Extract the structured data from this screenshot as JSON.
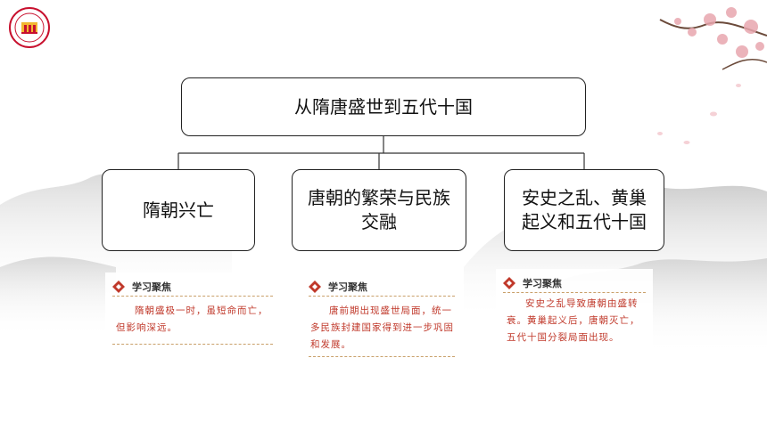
{
  "diagram": {
    "root": {
      "label": "从隋唐盛世到五代十国"
    },
    "children": [
      {
        "label": "隋朝兴亡"
      },
      {
        "label": "唐朝的繁荣与民族交融"
      },
      {
        "label": "安史之乱、黄巢起义和五代十国"
      }
    ]
  },
  "cards": [
    {
      "heading": "学习聚焦",
      "text": "隋朝盛极一时，虽短命而亡，但影响深远。"
    },
    {
      "heading": "学习聚焦",
      "text": "唐前期出现盛世局面，统一多民族封建国家得到进一步巩固和发展。"
    },
    {
      "heading": "学习聚焦",
      "text": "安史之乱导致唐朝由盛转衰。黄巢起义后，唐朝灭亡，五代十国分裂局面出现。"
    }
  ],
  "colors": {
    "accent": "#c0392b",
    "line": "#333333",
    "logo": "#c8102e"
  },
  "icons": {
    "logo": "school-seal-icon",
    "bullet": "diamond-bullet-icon",
    "decoration": "plum-blossom-icon"
  }
}
